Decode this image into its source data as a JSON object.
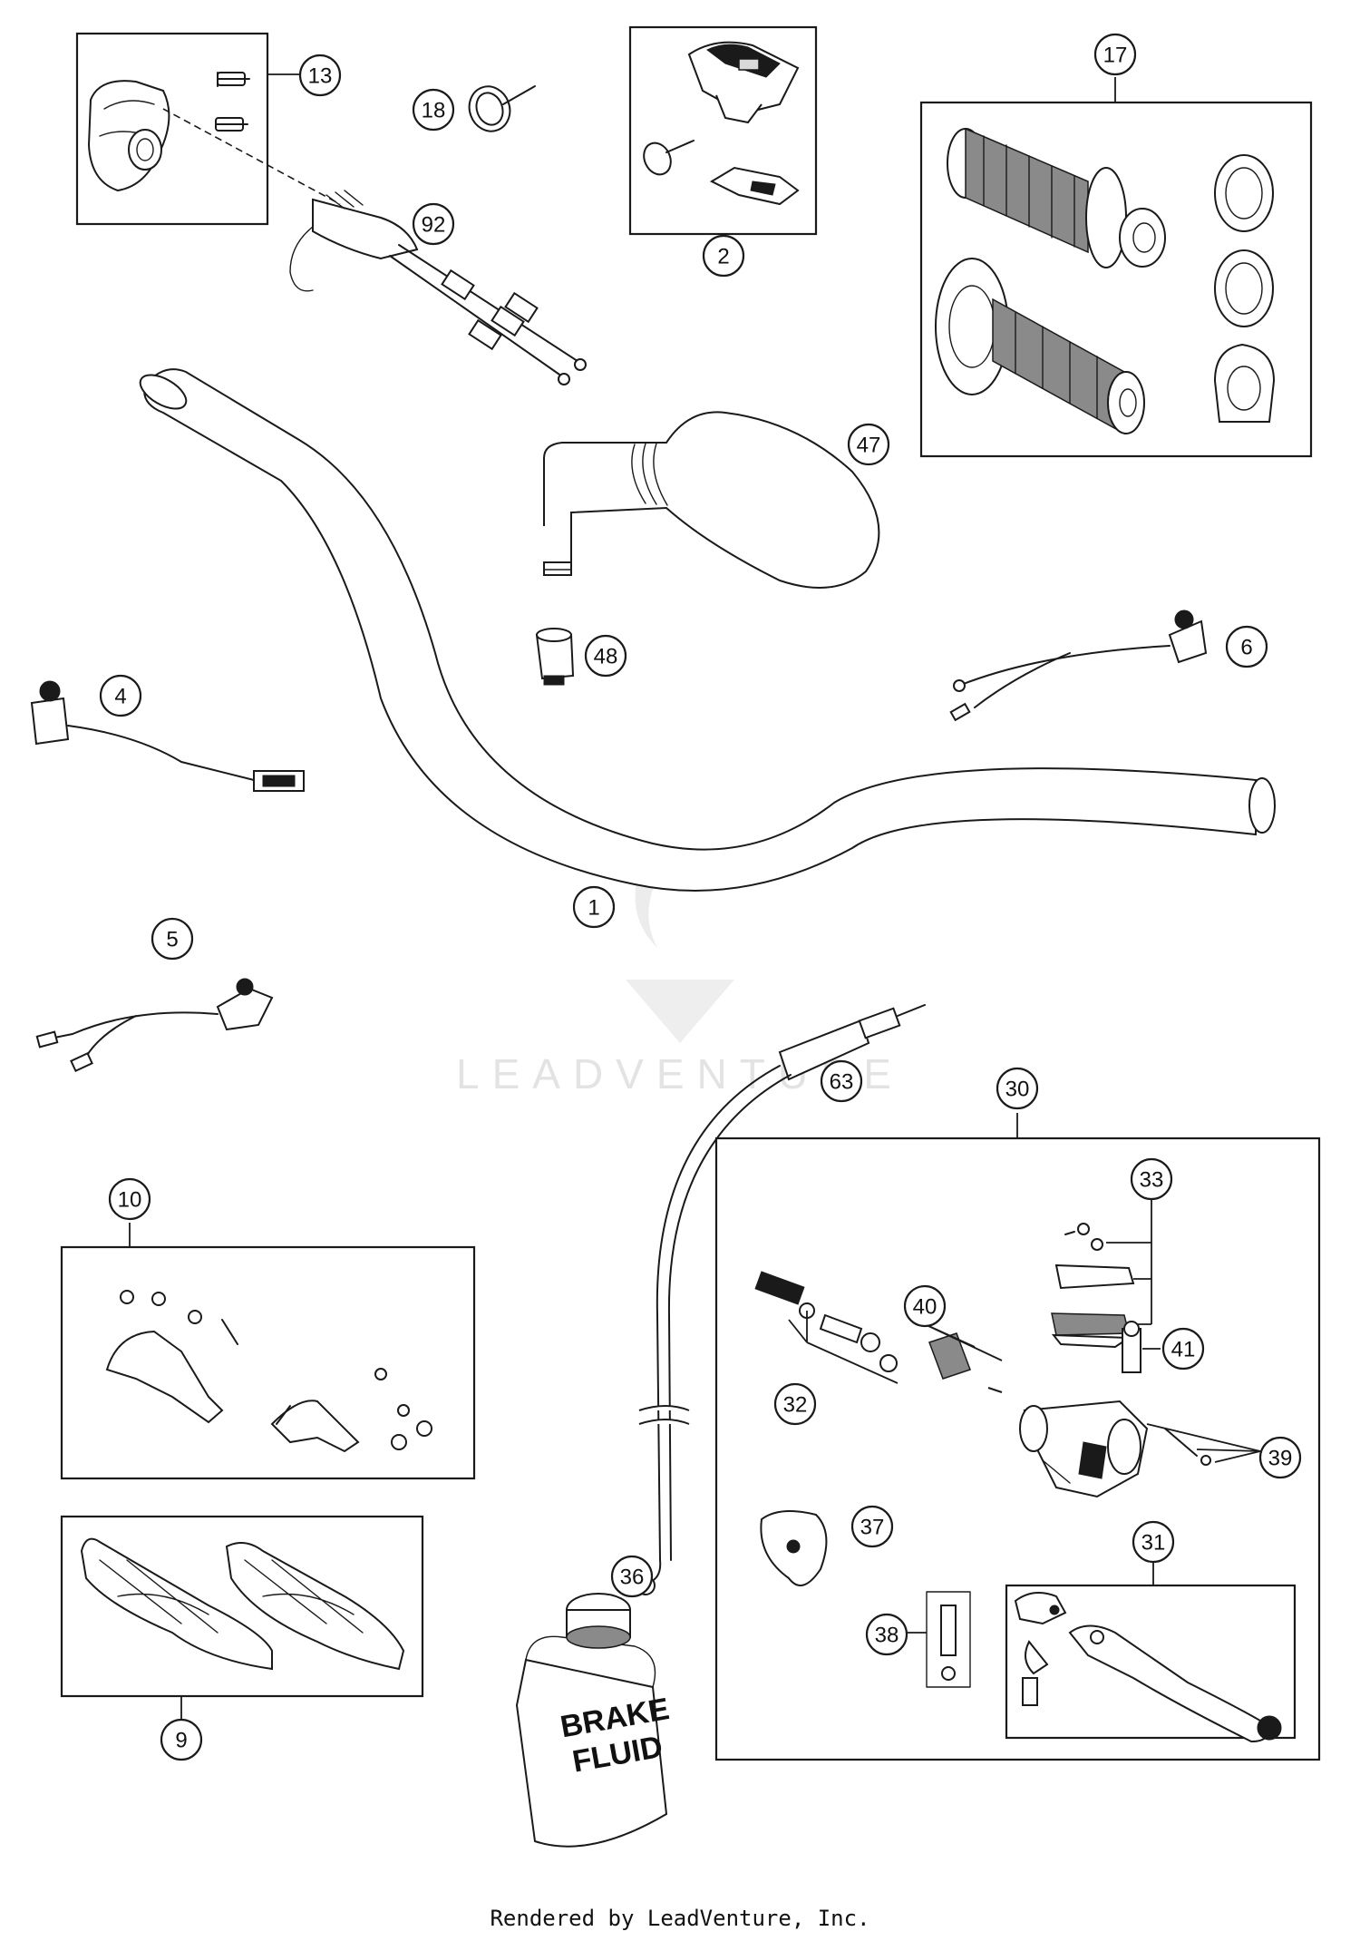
{
  "watermark": {
    "text": "LEADVENTURE"
  },
  "footer": {
    "text": "Rendered by LeadVenture, Inc."
  },
  "can_label": {
    "line1": "BRAKE",
    "line2": "FLUID"
  },
  "callouts": {
    "c13": "13",
    "c18": "18",
    "c92": "92",
    "c2": "2",
    "c17": "17",
    "c47": "47",
    "c48": "48",
    "c6": "6",
    "c4": "4",
    "c1": "1",
    "c5": "5",
    "c63": "63",
    "c30": "30",
    "c10": "10",
    "c33": "33",
    "c40": "40",
    "c41": "41",
    "c32": "32",
    "c39": "39",
    "c37": "37",
    "c31": "31",
    "c38": "38",
    "c36": "36",
    "c9": "9"
  }
}
